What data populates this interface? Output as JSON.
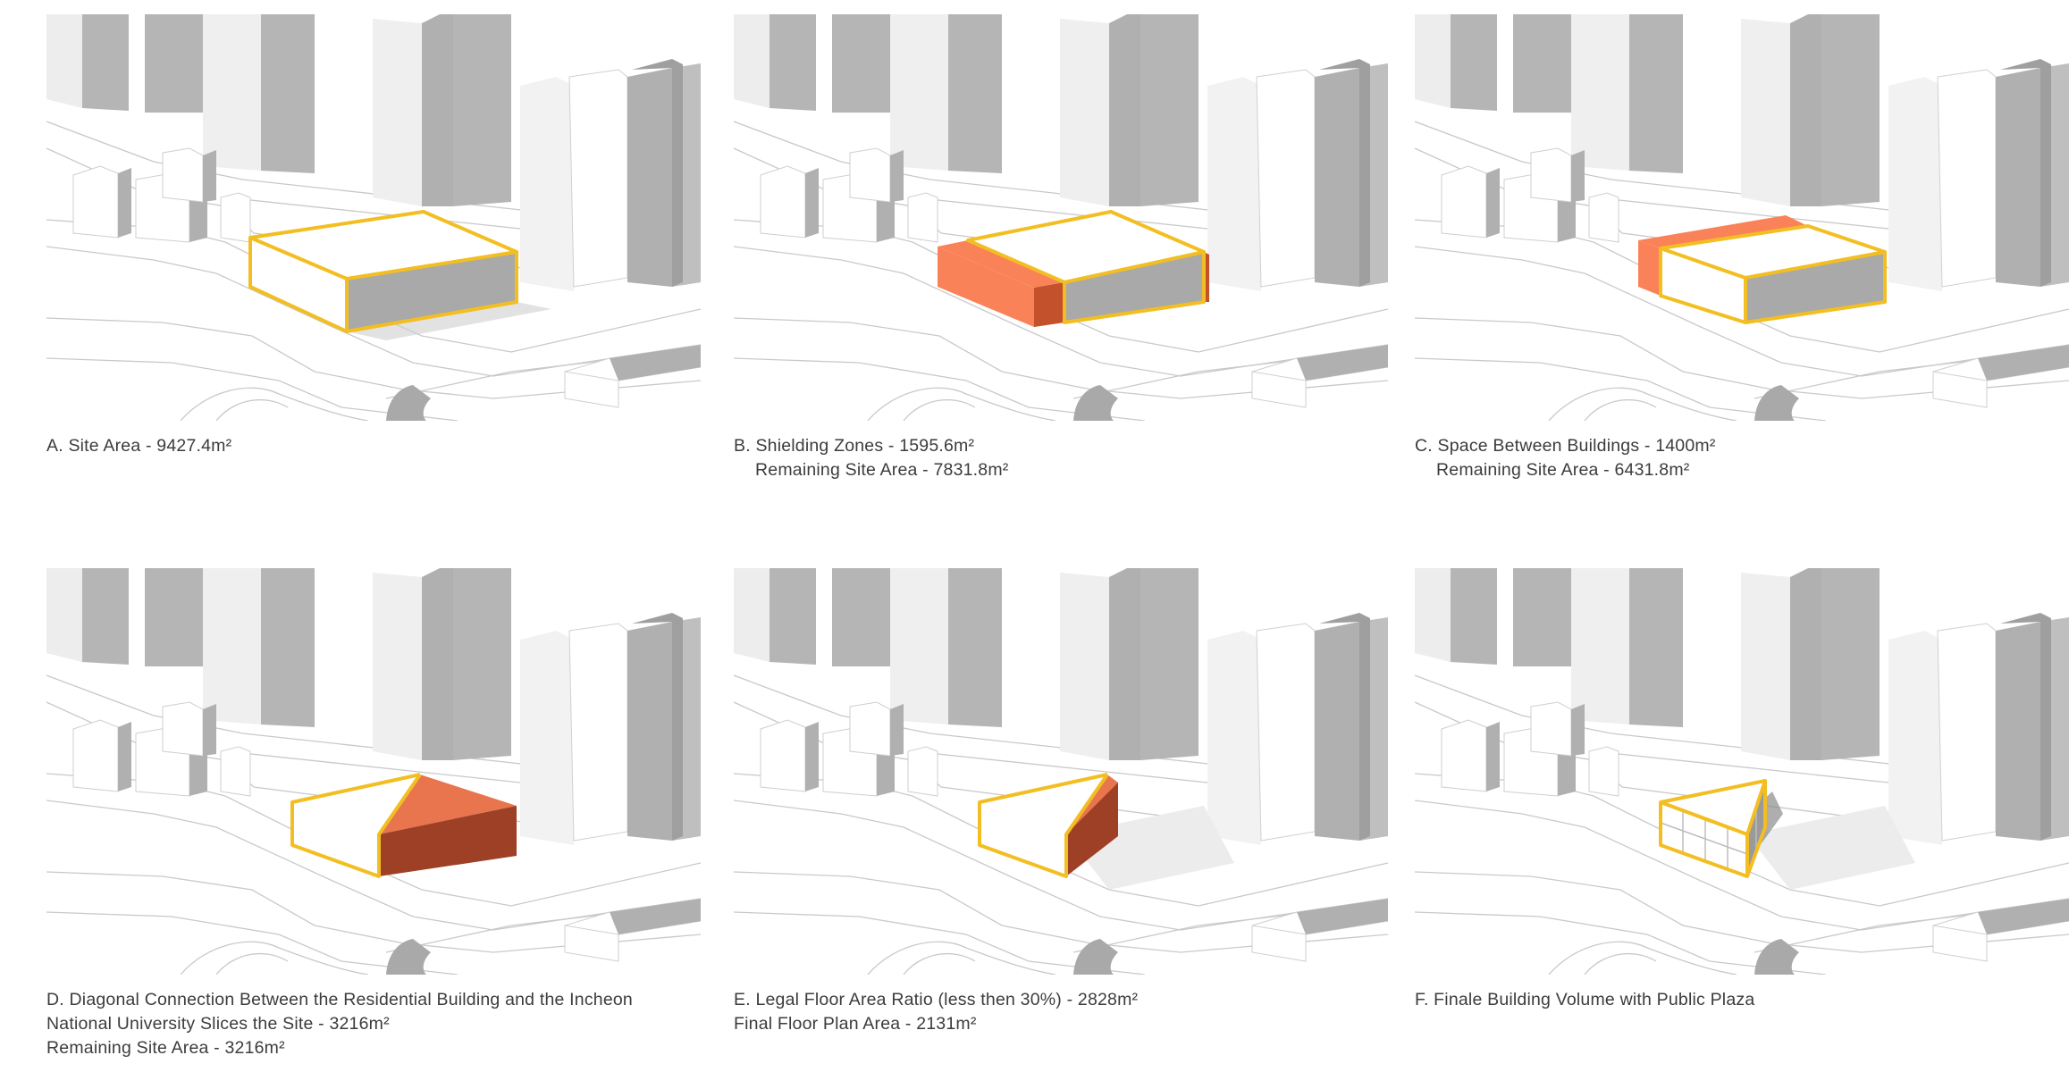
{
  "colors": {
    "outline": "#F2BE22",
    "shield": "#FA8258",
    "shield_dark": "#C2512C",
    "diag_top": "#E8754E",
    "diag_side": "#9E4025",
    "building_face": "#FFFFFF",
    "building_shade": "#A9A9A9",
    "ground_line": "#C9C9C9"
  },
  "panels": [
    {
      "id": "A",
      "caption_lines": [
        "A. Site Area - 9427.4m²"
      ]
    },
    {
      "id": "B",
      "caption_lines": [
        "B. Shielding Zones - 1595.6m²",
        "Remaining Site Area - 7831.8m²"
      ]
    },
    {
      "id": "C",
      "caption_lines": [
        "C. Space Between Buildings  - 1400m²",
        "Remaining Site Area - 6431.8m²"
      ]
    },
    {
      "id": "D",
      "caption_lines": [
        "D. Diagonal Connection Between the Residential Building and the Incheon",
        "National University Slices the Site - 3216m²",
        "Remaining Site Area - 3216m²"
      ]
    },
    {
      "id": "E",
      "caption_lines": [
        "E. Legal Floor Area Ratio (less then 30%) - 2828m²",
        "Final Floor Plan Area - 2131m²"
      ]
    },
    {
      "id": "F",
      "caption_lines": [
        "F. Finale Building Volume with Public Plaza"
      ]
    }
  ]
}
